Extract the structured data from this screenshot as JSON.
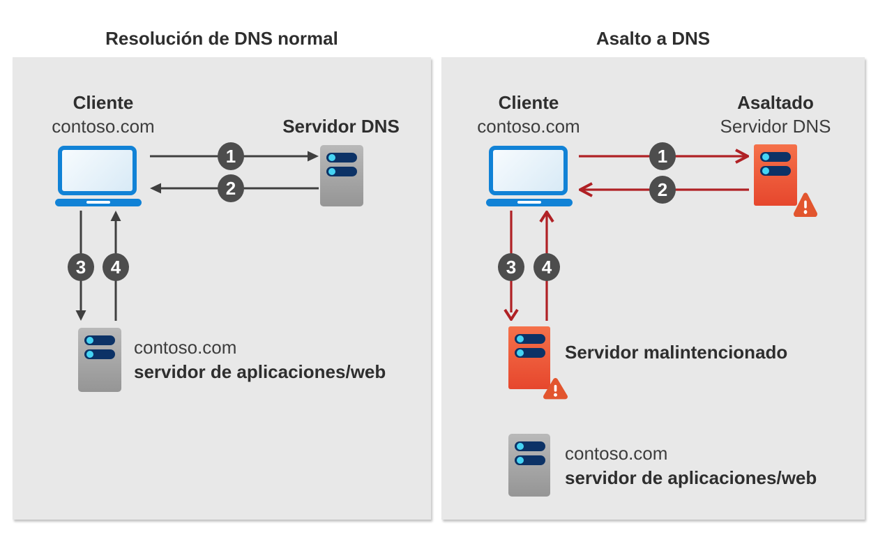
{
  "colors": {
    "panel_bg": "#e8e8e8",
    "title_text": "#2e2e2e",
    "body_text": "#3d3d3d",
    "arrow_dark": "#3f3f3f",
    "arrow_red": "#b02125",
    "badge_bg": "#4d4d4d",
    "badge_text": "#ffffff",
    "laptop_blue": "#1182d6",
    "screen_top": "#f7fbfe",
    "screen_bottom": "#d8eaf6",
    "server_gray_top": "#b9b9b9",
    "server_gray_bottom": "#959595",
    "server_orange_top": "#f5714a",
    "server_orange_bottom": "#e6472d",
    "pill_navy": "#0c3266",
    "dot_cyan": "#45d4f4",
    "warning_orange": "#e2552e"
  },
  "left": {
    "title": "Resolución de DNS normal",
    "client_name": "Cliente",
    "client_domain": "contoso.com",
    "dns_label": "Servidor DNS",
    "steps": [
      "1",
      "2",
      "3",
      "4"
    ],
    "app_domain": "contoso.com",
    "app_label": "servidor de aplicaciones/web"
  },
  "right": {
    "title": "Asalto a DNS",
    "client_name": "Cliente",
    "client_domain": "contoso.com",
    "hijacked_line1": "Asaltado",
    "hijacked_line2": "Servidor DNS",
    "steps": [
      "1",
      "2",
      "3",
      "4"
    ],
    "malicious_label": "Servidor malintencionado",
    "app_domain": "contoso.com",
    "app_label": "servidor de aplicaciones/web"
  }
}
